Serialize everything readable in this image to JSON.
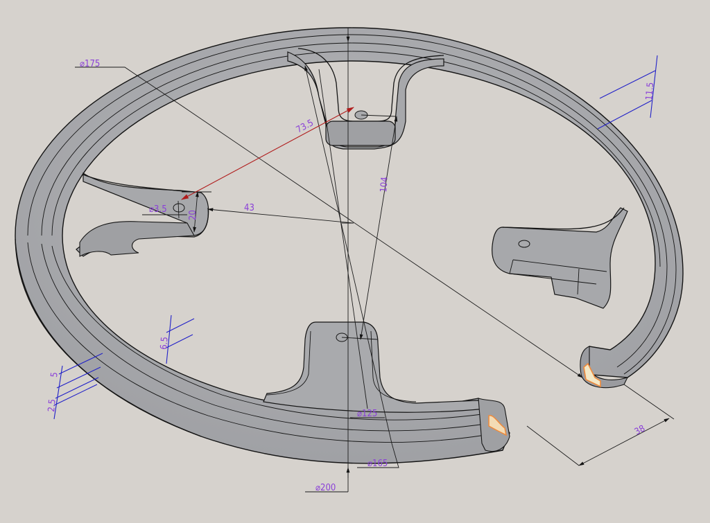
{
  "drawing": {
    "subject": "Chainring guard ring with four mounting tabs (isometric CAD view)",
    "background_color": "#d6d2cd",
    "part_color": "#a9aaad",
    "edge_color": "#141414",
    "dimension_text_color": "#8a3fd8",
    "dimension_line_black": "#1a1a1a",
    "dimension_line_blue": "#2020c8",
    "dimension_line_red": "#b01c1c",
    "section_highlight_color": "#f08a3a"
  },
  "dimensions": {
    "d175": "⌀175",
    "d73_5": "73.5",
    "d3_5": "⌀3.5",
    "d20": "20",
    "d43": "43",
    "d104": "104",
    "d11_5": "11.5",
    "d6_5": "6.5",
    "d5": "5",
    "d2_5": "2.5",
    "d125": "⌀125",
    "d165": "⌀165",
    "d200": "⌀200",
    "d38": "38"
  }
}
